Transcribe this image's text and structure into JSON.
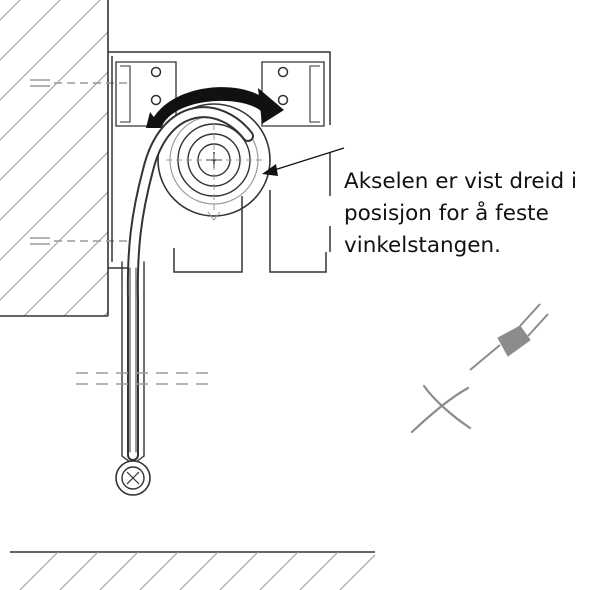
{
  "annotation": {
    "lines": [
      "Akselen er vist dreid i",
      "posisjon for å feste",
      "vinkelstangen."
    ]
  },
  "icons": [
    "curved-rotation-arrow-icon",
    "plug-icon",
    "scissors-icon"
  ],
  "colors": {
    "line": "#333333",
    "hatch": "#9a9a9a",
    "arrow": "#111111",
    "icon": "#8c8c8c"
  }
}
